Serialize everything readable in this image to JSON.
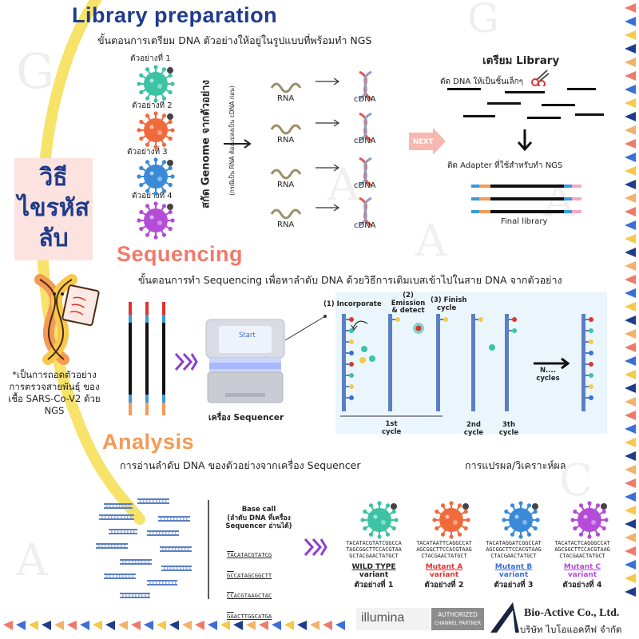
{
  "colors": {
    "navy": "#1f3c8c",
    "salmon": "#f07a6a",
    "orange": "#f39a55",
    "yellow": "#f7e26a",
    "red": "#e0332f",
    "blue": "#3a6fd8",
    "purple": "#b44cd8",
    "teal": "#3cc3a4"
  },
  "side": {
    "title_line1": "วิธี",
    "title_line2": "ไขรหัส",
    "title_line3": "ลับ",
    "note": "*เป็นการถอดตัวอย่าง การตรวจสายพันธุ์ ของเชื้อ SARS-Co-V2 ด้วย NGS"
  },
  "library": {
    "title": "Library preparation",
    "subtitle": "ขั้นตอนการเตรียม DNA ตัวอย่างให้อยู่ในรูปแบบที่พร้อมทำ NGS",
    "samples": [
      "ตัวอย่างที่ 1",
      "ตัวอย่างที่ 2",
      "ตัวอย่างที่ 3",
      "ตัวอย่างที่ 4"
    ],
    "extract_label": "สกัด Genome จากตัวอย่าง",
    "extract_note": "(กรณีเป็น RNA ต้องแปลงเป็น cDNA ก่อน)",
    "rna": "RNA",
    "cdna": "cDNA",
    "next": "NEXT",
    "prep_title": "เตรียม Library",
    "cut_label": "ตัด DNA ให้เป็นชิ้นเล็กๆ",
    "adapter_label": "ติด Adapter ที่ใช้สำหรับทำ NGS",
    "final_label": "Final library"
  },
  "sequencing": {
    "title": "Sequencing",
    "subtitle": "ขั้นตอนการทำ Sequencing เพื่อหาลำดับ DNA ด้วยวิธีการเติมเบสเข้าไปในสาย DNA จากตัวอย่าง",
    "machine_label": "เครื่อง Sequencer",
    "screen_button": "Start",
    "step1": "(1) Incorporate",
    "step2_line1": "(2)",
    "step2_line2": "Emission",
    "step2_line3": "& detect",
    "step3_line1": "(3) Finish",
    "step3_line2": "cycle",
    "cycle1_line1": "1st",
    "cycle1_line2": "cycle",
    "cycle2_line1": "2nd",
    "cycle2_line2": "cycle",
    "cycle3_line1": "3th",
    "cycle3_line2": "cycle",
    "ncycle_line1": "N....",
    "ncycle_line2": "cycles"
  },
  "analysis": {
    "title": "Analysis",
    "read_label": "การอ่านลำดับ DNA ของตัวอย่างจากเครื่อง Sequencer",
    "interpret_label": "การแปรผล/วิเคราะห์ผล",
    "basecall_line1": "Base call",
    "basecall_line2": "(ลำดับ DNA ที่เครื่อง",
    "basecall_line3": "Sequencer อ่านได้)",
    "basecall_seq": [
      "TACATACGTATCG",
      "GCCATAGCGGCTT",
      "CCACGTAAGCTAC",
      "GAACTTGGCATGA"
    ],
    "variants": [
      {
        "seq1": "TACATACGTATCGGCCA",
        "seq2": "TAGCGGCTTCCACGTAA",
        "seq3": "GCTACGAACTATGCT",
        "name_line1": "WILD TYPE",
        "name_line2": "variant",
        "sample": "ตัวอย่างที่ 1"
      },
      {
        "seq1": "TACATAATTCAGGCCAT",
        "seq2": "AGCGGCTTCCACGTAAG",
        "seq3": "CTACGAACTATGCT",
        "name_line1": "Mutant A",
        "name_line2": "variant",
        "sample": "ตัวอย่างที่ 2"
      },
      {
        "seq1": "TACATAGGATCGGCCAT",
        "seq2": "AGCGGCTTCCACGTAAG",
        "seq3": "CTACGAACTATGCT",
        "name_line1": "Mutant B",
        "name_line2": "variant",
        "sample": "ตัวอย่างที่ 3"
      },
      {
        "seq1": "TACATACTCAGGGCCAT",
        "seq2": "AGCGGCTTCCACGTAAG",
        "seq3": "CTACGAACTATGCT",
        "name_line1": "Mutant C",
        "name_line2": "variant",
        "sample": "ตัวอย่างที่ 4"
      }
    ]
  },
  "footer": {
    "illumina": "illumina",
    "authorized_line1": "AUTHORIZED",
    "authorized_line2": "CHANNEL PARTNER",
    "company_en": "Bio-Active Co., Ltd.",
    "company_th": "บริษัท ไบโอแอคทีฟ จำกัด"
  }
}
